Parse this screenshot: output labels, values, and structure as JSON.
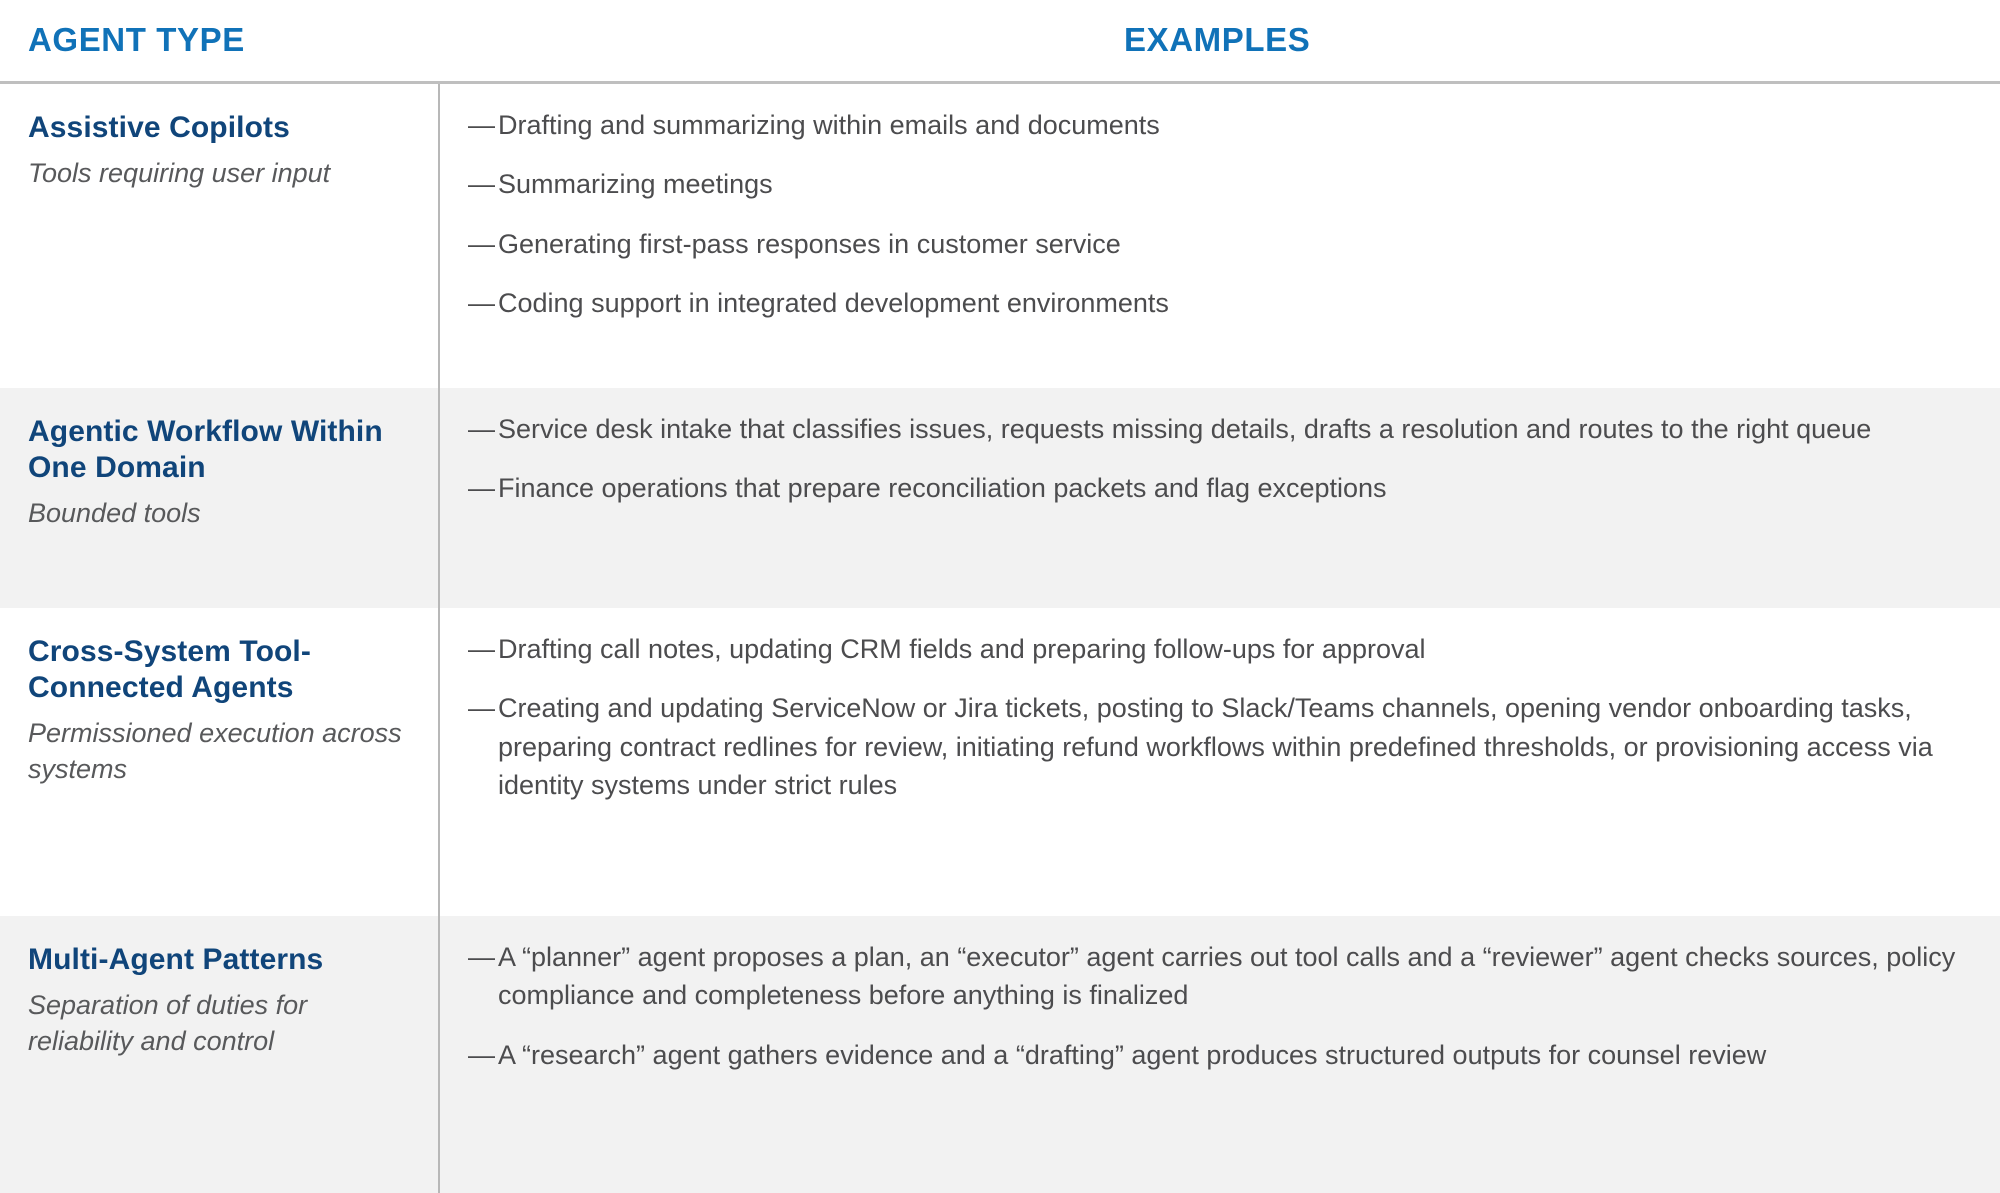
{
  "colors": {
    "header_blue": "#1072B8",
    "title_navy": "#10457A",
    "subtitle_gray": "#58595B",
    "body_gray": "#4C4C4E",
    "alt_row_bg": "#F2F2F2",
    "rule_gray": "#BFBFBF",
    "divider_gray": "#B8B8B8"
  },
  "header": {
    "col_type": "AGENT TYPE",
    "col_examples": "EXAMPLES"
  },
  "rows": [
    {
      "title": "Assistive Copilots",
      "subtitle": "Tools requiring user input",
      "examples": [
        "Drafting and summarizing within emails and documents",
        "Summarizing meetings",
        "Generating first-pass responses in customer service",
        "Coding support in integrated development environments"
      ]
    },
    {
      "title": "Agentic Workflow Within One Domain",
      "subtitle": "Bounded tools",
      "examples": [
        "Service desk intake that classifies issues, requests missing details, drafts a resolution and routes to the right queue",
        "Finance operations that prepare reconciliation packets and flag exceptions"
      ]
    },
    {
      "title": "Cross-System Tool-Connected Agents",
      "subtitle": "Permissioned execution across systems",
      "examples": [
        "Drafting call notes, updating CRM fields and preparing follow-ups for approval",
        "Creating and updating ServiceNow or Jira tickets, posting to Slack/Teams channels, opening vendor onboarding tasks, preparing contract redlines for review, initiating refund workflows within predefined thresholds, or provisioning access via identity systems under strict rules"
      ]
    },
    {
      "title": "Multi-Agent Patterns",
      "subtitle": "Separation of duties for reliability and control",
      "examples": [
        "A “planner” agent proposes a plan, an “executor” agent carries out tool calls and a “reviewer” agent checks sources, policy compliance and completeness before anything is finalized",
        "A “research” agent gathers evidence and a “drafting” agent produces structured outputs for counsel review"
      ]
    }
  ],
  "bullet_marker": "—"
}
